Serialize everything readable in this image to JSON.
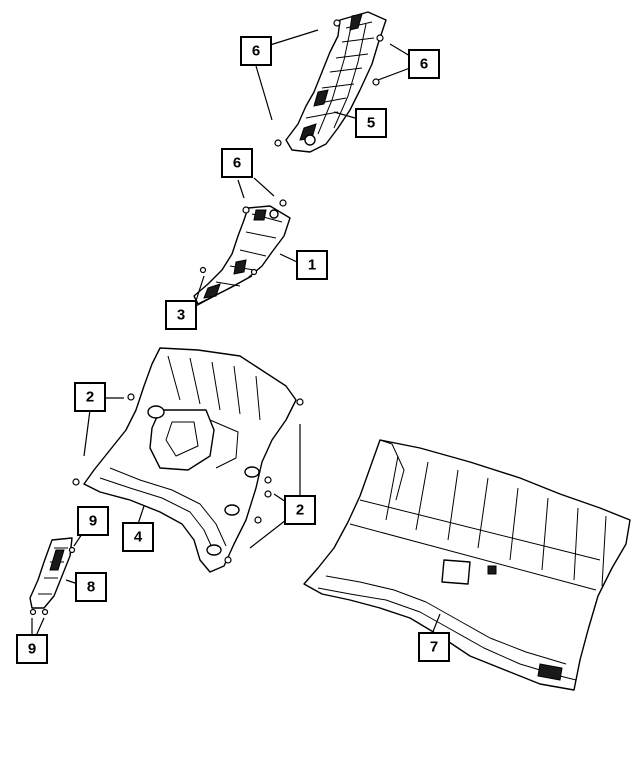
{
  "callouts": [
    {
      "id": "c-6-top",
      "label": "6"
    },
    {
      "id": "c-6-right",
      "label": "6"
    },
    {
      "id": "c-5",
      "label": "5"
    },
    {
      "id": "c-6-mid",
      "label": "6"
    },
    {
      "id": "c-1",
      "label": "1"
    },
    {
      "id": "c-3",
      "label": "3"
    },
    {
      "id": "c-2-left",
      "label": "2"
    },
    {
      "id": "c-2-right",
      "label": "2"
    },
    {
      "id": "c-4",
      "label": "4"
    },
    {
      "id": "c-9-top",
      "label": "9"
    },
    {
      "id": "c-8",
      "label": "8"
    },
    {
      "id": "c-9-bottom",
      "label": "9"
    },
    {
      "id": "c-7",
      "label": "7"
    }
  ]
}
